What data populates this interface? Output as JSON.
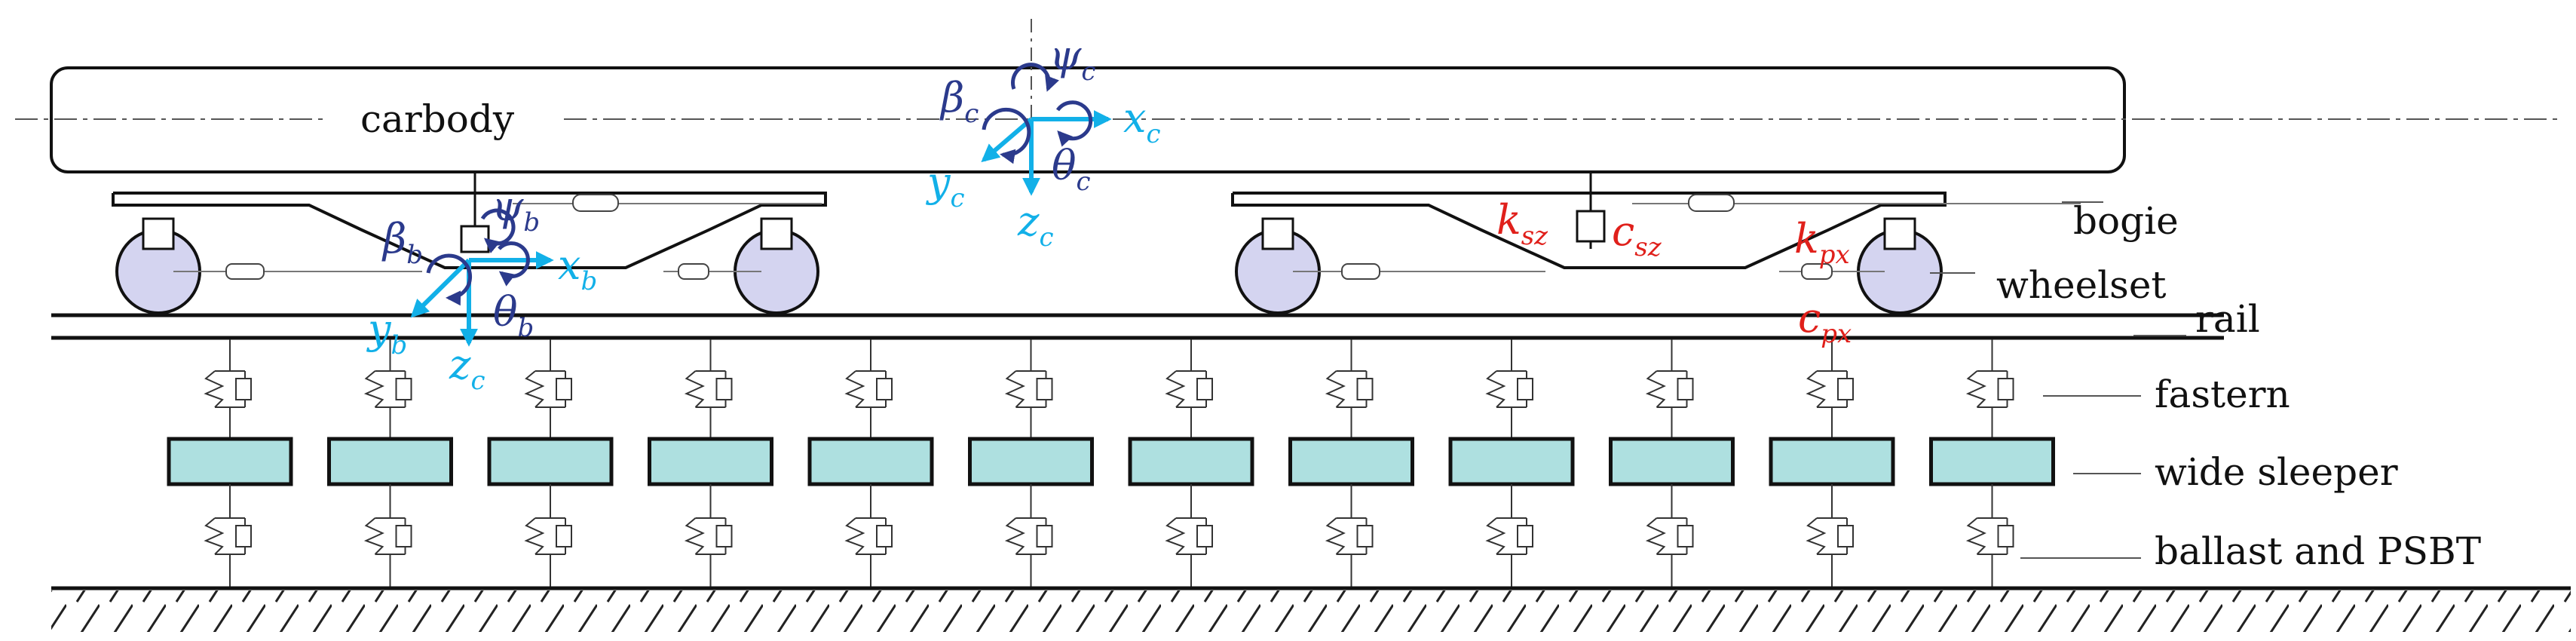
{
  "labels": {
    "carbody": "carbody",
    "bogie": "bogie",
    "wheelset": "wheelset",
    "rail": "rail",
    "fastern": "fastern",
    "wide_sleeper": "wide sleeper",
    "ballast": "ballast and PSBT"
  },
  "carbody_axes": {
    "x": "x",
    "x_sub": "c",
    "y": "y",
    "y_sub": "c",
    "z": "z",
    "z_sub": "c",
    "psi": "ψ",
    "psi_sub": "c",
    "beta": "β",
    "beta_sub": "c",
    "theta": "θ",
    "theta_sub": "c"
  },
  "bogie_axes": {
    "x": "x",
    "x_sub": "b",
    "y": "y",
    "y_sub": "b",
    "z": "z",
    "z_sub": "c",
    "psi": "ψ",
    "psi_sub": "b",
    "beta": "β",
    "beta_sub": "b",
    "theta": "θ",
    "theta_sub": "b"
  },
  "params": {
    "ksz": "k",
    "ksz_sub": "sz",
    "csz": "c",
    "csz_sub": "sz",
    "kpx": "k",
    "kpx_sub": "px",
    "cpx": "c",
    "cpx_sub": "px"
  },
  "colors": {
    "axis": "#12b0e8",
    "rotation": "#2b3a8c",
    "parameter": "#e0201b",
    "sleeper": "#aee0e0",
    "wheel": "#d4d4f0"
  },
  "sleeper_count": 12
}
